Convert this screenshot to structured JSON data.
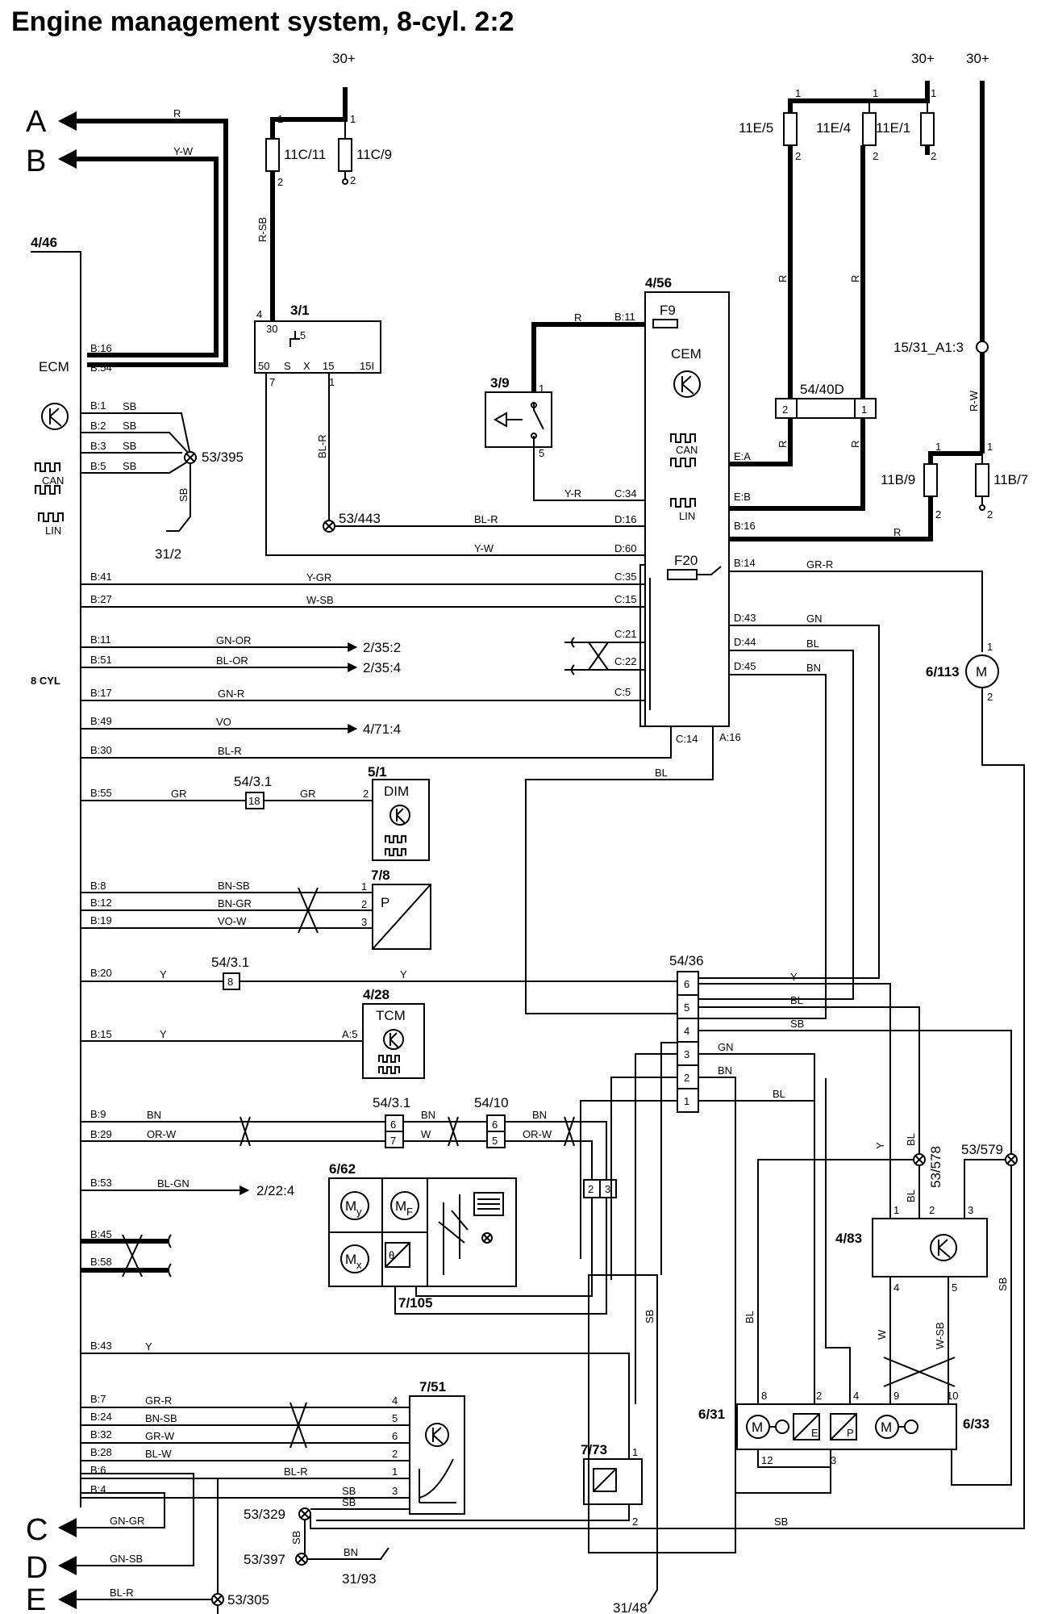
{
  "title": "Engine management system, 8-cyl. 2:2",
  "connectors_left": [
    "A",
    "B",
    "C",
    "D",
    "E"
  ],
  "supplies": [
    "30+",
    "30+",
    "30+"
  ],
  "components": {
    "ecm": {
      "id": "4/46",
      "name": "ECM",
      "variant": "8 CYL"
    },
    "cem": {
      "id": "4/56",
      "name": "CEM",
      "fuse_top": "F9",
      "fuse_mid": "F20"
    },
    "relay": {
      "id": "3/1",
      "pins": [
        "30",
        "5",
        "50",
        "S",
        "X",
        "15",
        "15I"
      ],
      "num_top": "4",
      "num_bottom": "7",
      "num_right": "1"
    },
    "switch_39": {
      "id": "3/9"
    },
    "dim": {
      "id": "5/1",
      "name": "DIM"
    },
    "sensor_78": {
      "id": "7/8",
      "symbol": "P"
    },
    "tcm": {
      "id": "4/28",
      "name": "TCM"
    },
    "throttle": {
      "id": "6/62",
      "sub": "7/105"
    },
    "module_751": {
      "id": "7/51"
    },
    "sensor_773": {
      "id": "7/73"
    },
    "module_483": {
      "id": "4/83"
    },
    "actuator_631": {
      "id": "6/31",
      "id2": "6/33"
    },
    "motor_6113": {
      "id": "6/113"
    },
    "connector_5440d": {
      "id": "54/40D"
    },
    "connector_5436": {
      "id": "54/36"
    }
  },
  "fuses": [
    "11C/11",
    "11C/9",
    "11E/5",
    "11E/4",
    "11E/1",
    "11B/9",
    "11B/7"
  ],
  "splices": [
    "53/395",
    "53/443",
    "53/578",
    "53/579",
    "53/329",
    "53/397",
    "53/305",
    "15/31_A1:3"
  ],
  "grounds": [
    "31/2",
    "31/93",
    "31/48"
  ],
  "wire_colors": {
    "R": "R",
    "YW": "Y-W",
    "RSB": "R-SB",
    "BLR": "BL-R",
    "SB": "SB",
    "YR": "Y-R",
    "RW": "R-W",
    "GRR": "GR-R",
    "YGR": "Y-GR",
    "WSB": "W-SB",
    "GNOR": "GN-OR",
    "BLOR": "BL-OR",
    "GNR": "GN-R",
    "VO": "VO",
    "GN": "GN",
    "BL": "BL",
    "BN": "BN",
    "GR": "GR",
    "BNSB": "BN-SB",
    "BNGR": "BN-GR",
    "VOW": "VO-W",
    "Y": "Y",
    "ORW": "OR-W",
    "W": "W",
    "BLGN": "BL-GN",
    "GRW": "GR-W",
    "BLW": "BL-W",
    "GNGR": "GN-GR",
    "GNSB": "GN-SB"
  },
  "ecm_pins": [
    "B:16",
    "B:54",
    "B:1",
    "B:2",
    "B:3",
    "B:5",
    "B:41",
    "B:27",
    "B:11",
    "B:51",
    "B:17",
    "B:49",
    "B:30",
    "B:55",
    "B:8",
    "B:12",
    "B:19",
    "B:20",
    "B:15",
    "B:9",
    "B:29",
    "B:53",
    "B:45",
    "B:58",
    "B:43",
    "B:7",
    "B:24",
    "B:32",
    "B:28",
    "B:6",
    "B:4"
  ],
  "cem_pins": [
    "B:11",
    "C:34",
    "D:16",
    "D:60",
    "C:35",
    "C:15",
    "C:21",
    "C:22",
    "C:5",
    "C:14",
    "A:16",
    "E:A",
    "E:B",
    "B:16",
    "B:14",
    "D:43",
    "D:44",
    "D:45",
    "CAN",
    "LIN"
  ],
  "destinations": [
    "2/35:2",
    "2/35:4",
    "4/71:4",
    "2/22:4"
  ],
  "inline_connectors": [
    "54/3.1",
    "54/3.1",
    "54/3.1",
    "54/10"
  ],
  "inline_pins": [
    "18",
    "8",
    "6",
    "7",
    "6",
    "5",
    "2",
    "3",
    "1",
    "2"
  ],
  "pin_numbers": [
    "1",
    "2",
    "3",
    "4",
    "5",
    "6",
    "7",
    "8",
    "9",
    "10",
    "12",
    "A:5"
  ],
  "actuator_letters": [
    "E",
    "P"
  ],
  "throttle_letters": [
    "M",
    "y",
    "F",
    "x",
    "θ"
  ]
}
